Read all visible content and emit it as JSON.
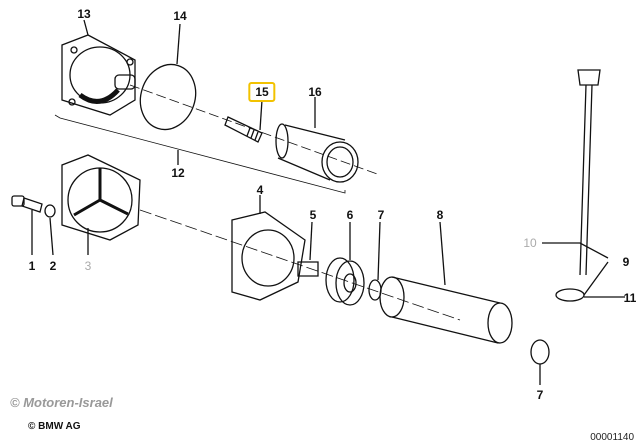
{
  "diagram": {
    "highlight_color": "#f2c200",
    "labels": {
      "p13": "13",
      "p14": "14",
      "p15": "15",
      "p16": "16",
      "p12": "12",
      "p4": "4",
      "p5": "5",
      "p6": "6",
      "p7a": "7",
      "p8": "8",
      "p1": "1",
      "p2": "2",
      "p3": "3",
      "p10": "10",
      "p9": "9",
      "p11": "11",
      "p7b": "7"
    },
    "highlighted_part": "15"
  },
  "footer": {
    "watermark": "© Motoren-Israel",
    "copyright": "© BMW AG",
    "image_code": "00001140"
  }
}
